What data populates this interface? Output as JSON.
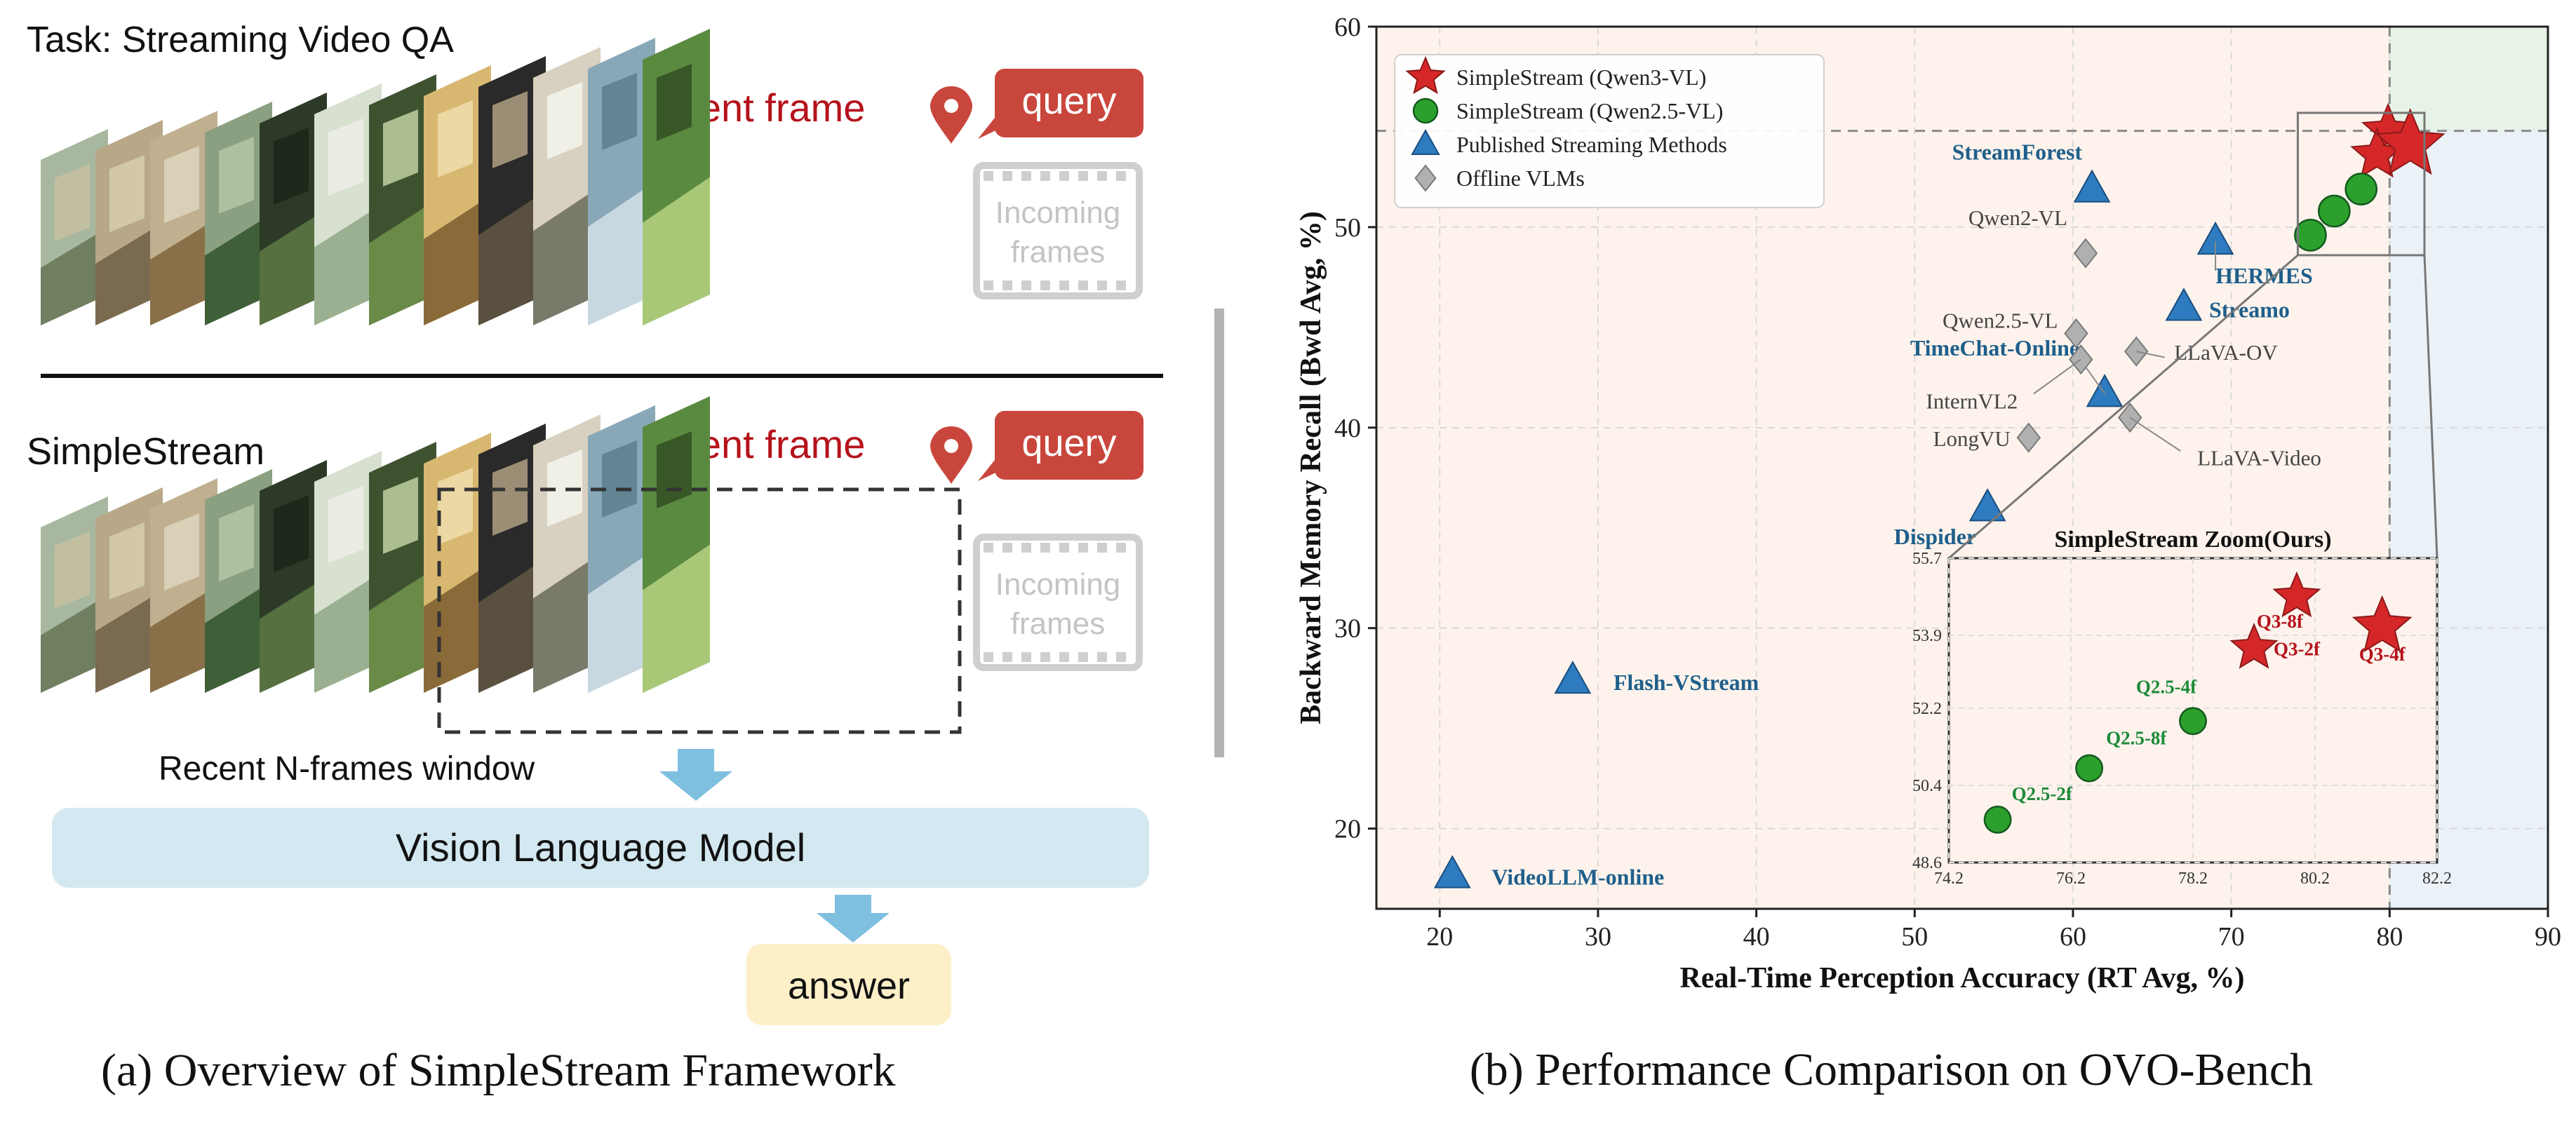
{
  "left": {
    "task_title": "Task: Streaming Video QA",
    "current_frame": "Current frame",
    "query": "query",
    "incoming": [
      "Incoming",
      "frames"
    ],
    "simple_title": "SimpleStream",
    "window_label": "Recent N-frames window",
    "vlm_label": "Vision Language Model",
    "answer": "answer",
    "caption": "(a) Overview of SimpleStream Framework"
  },
  "right": {
    "caption": "(b) Performance Comparison on OVO-Bench"
  },
  "colors": {
    "red": "#d62728",
    "green": "#2ca02c",
    "blue": "#2e7bbf",
    "gray": "#b0b0b0",
    "label_red": "#b5121b",
    "label_blue": "#1f5f8b",
    "label_green": "#1e8a3a",
    "query_bg": "#c9463d",
    "vlm_bg": "#d3e8f0",
    "answer_bg": "#fdf0c8",
    "arrow": "#7fbfe0"
  },
  "chart_data": [
    {
      "type": "scatter",
      "title": "",
      "xlabel": "Real-Time Perception Accuracy (RT Avg, %)",
      "ylabel": "Backward Memory Recall (Bwd Avg, %)",
      "xlim": [
        16,
        90
      ],
      "ylim": [
        16,
        60
      ],
      "xticks": [
        20,
        30,
        40,
        50,
        60,
        70,
        80,
        90
      ],
      "yticks": [
        20,
        30,
        40,
        50,
        60
      ],
      "grid": true,
      "legend_position": "top-left",
      "reference_lines": {
        "x": 80.0,
        "y": 54.8
      },
      "series": [
        {
          "name": "SimpleStream (Qwen3-VL)",
          "marker": "star",
          "color": "#d62728",
          "points": [
            {
              "x": 79.9,
              "y": 54.8
            },
            {
              "x": 79.2,
              "y": 53.6
            },
            {
              "x": 81.3,
              "y": 54.1
            }
          ]
        },
        {
          "name": "SimpleStream (Qwen2.5-VL)",
          "marker": "circle",
          "color": "#2ca02c",
          "points": [
            {
              "x": 75.0,
              "y": 49.6
            },
            {
              "x": 76.5,
              "y": 50.8
            },
            {
              "x": 78.2,
              "y": 51.9
            }
          ]
        },
        {
          "name": "Published Streaming Methods",
          "marker": "triangle",
          "color": "#2e7bbf",
          "points": [
            {
              "x": 61.2,
              "y": 51.9,
              "label": "StreamForest"
            },
            {
              "x": 69.0,
              "y": 49.3,
              "label": "HERMES"
            },
            {
              "x": 67.0,
              "y": 46.0,
              "label": "Streamo"
            },
            {
              "x": 62.0,
              "y": 41.7,
              "label": "TimeChat-Online"
            },
            {
              "x": 54.6,
              "y": 36.0,
              "label": "Dispider"
            },
            {
              "x": 28.4,
              "y": 27.4,
              "label": "Flash-VStream"
            },
            {
              "x": 20.8,
              "y": 17.7,
              "label": "VideoLLM-online"
            }
          ]
        },
        {
          "name": "Offline VLMs",
          "marker": "diamond",
          "color": "#b0b0b0",
          "points": [
            {
              "x": 60.8,
              "y": 48.7,
              "label": "Qwen2-VL"
            },
            {
              "x": 60.2,
              "y": 44.7,
              "label": "Qwen2.5-VL"
            },
            {
              "x": 64.0,
              "y": 43.8,
              "label": "LLaVA-OV"
            },
            {
              "x": 60.5,
              "y": 43.4,
              "label": "InternVL2"
            },
            {
              "x": 63.6,
              "y": 40.5,
              "label": "LLaVA-Video"
            },
            {
              "x": 57.2,
              "y": 39.5,
              "label": "LongVU"
            }
          ]
        }
      ]
    },
    {
      "type": "scatter",
      "title": "SimpleStream Zoom(Ours)",
      "xlim": [
        74.2,
        82.2
      ],
      "ylim": [
        48.6,
        55.7
      ],
      "xticks": [
        "74.2",
        "76.2",
        "78.2",
        "80.2",
        "82.2"
      ],
      "yticks": [
        "48.6",
        "50.4",
        "52.2",
        "53.9",
        "55.7"
      ],
      "grid": true,
      "series": [
        {
          "name": "SimpleStream (Qwen3-VL)",
          "marker": "star",
          "color": "#d62728",
          "points": [
            {
              "x": 79.9,
              "y": 54.8,
              "label": "Q3-8f"
            },
            {
              "x": 79.2,
              "y": 53.6,
              "label": "Q3-2f"
            },
            {
              "x": 81.3,
              "y": 54.1,
              "label": "Q3-4f"
            }
          ]
        },
        {
          "name": "SimpleStream (Qwen2.5-VL)",
          "marker": "circle",
          "color": "#2ca02c",
          "points": [
            {
              "x": 75.0,
              "y": 49.6,
              "label": "Q2.5-2f"
            },
            {
              "x": 76.5,
              "y": 50.8,
              "label": "Q2.5-8f"
            },
            {
              "x": 78.2,
              "y": 51.9,
              "label": "Q2.5-4f"
            }
          ]
        }
      ]
    }
  ]
}
